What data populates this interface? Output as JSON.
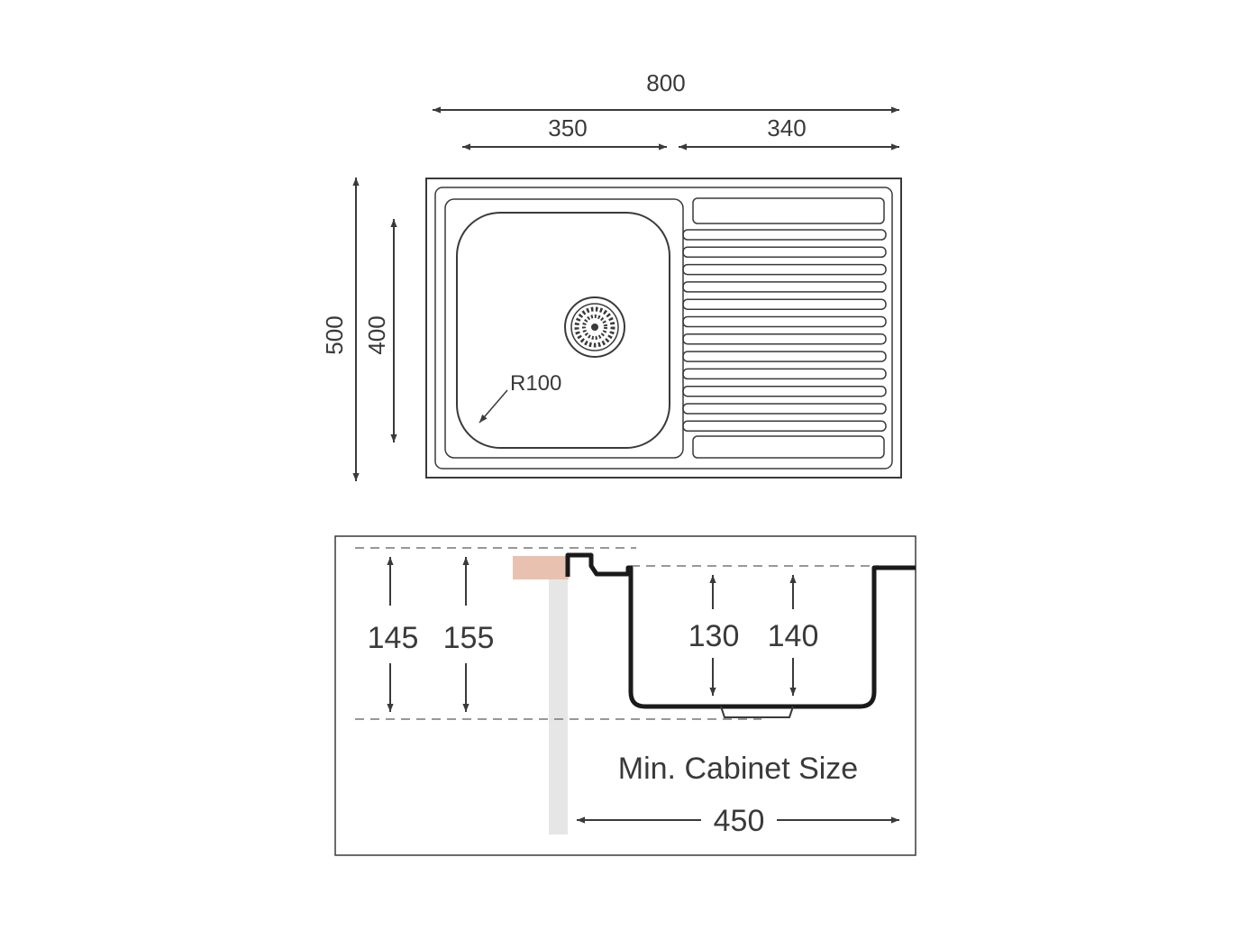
{
  "top_view": {
    "overall_width": "800",
    "bowl_width": "350",
    "drainer_width": "340",
    "overall_depth": "500",
    "bowl_depth": "400",
    "corner_radius": "R100"
  },
  "section_view": {
    "left_depth_a": "145",
    "left_depth_b": "155",
    "bowl_depth_a": "130",
    "bowl_depth_b": "140",
    "cabinet_label": "Min. Cabinet Size",
    "cabinet_width": "450"
  },
  "colors": {
    "line": "#3a3a3a",
    "outline": "#1a1a1a",
    "countertop": "#e9c1b0",
    "cabinet_wall": "#e6e6e6",
    "dash": "#777777"
  }
}
